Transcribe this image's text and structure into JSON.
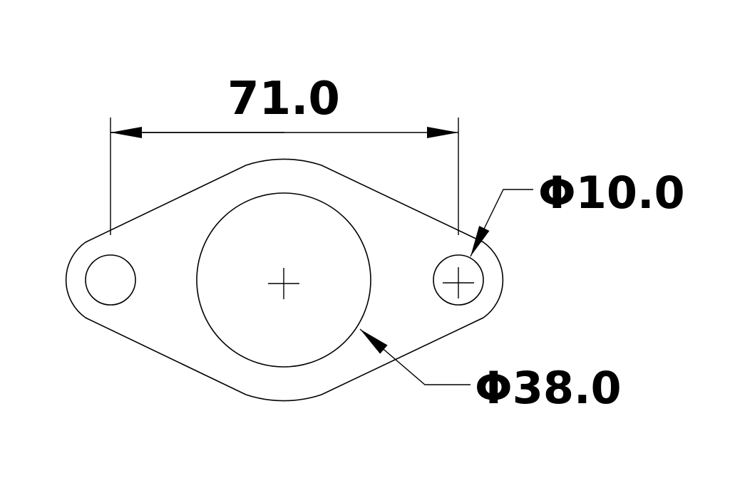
{
  "dimensions": {
    "center_distance": "71.0",
    "bolt_hole_diameter": "Φ10.0",
    "bore_diameter": "Φ38.0"
  },
  "colors": {
    "line": "#000000",
    "background": "#ffffff"
  }
}
